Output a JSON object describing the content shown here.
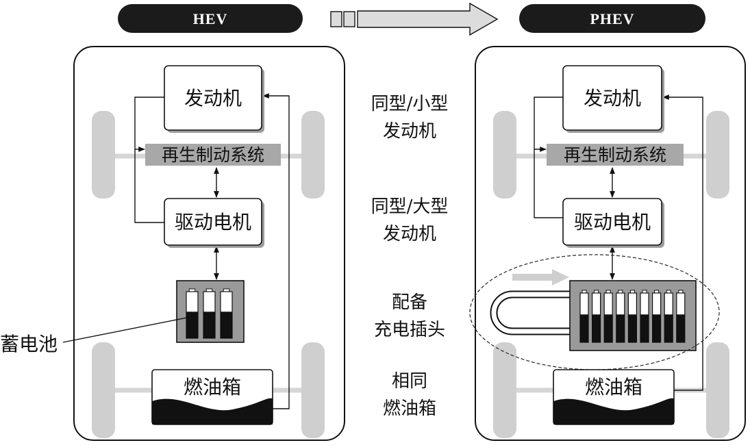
{
  "header": {
    "left_label": "HEV",
    "right_label": "PHEV"
  },
  "hev": {
    "engine": "发动机",
    "regen_system": "再生制动系统",
    "drive_motor": "驱动电机",
    "fuel_tank": "燃油箱",
    "battery_label": "蓄电池",
    "battery_cells": 3
  },
  "phev": {
    "engine": "发动机",
    "regen_system": "再生制动系统",
    "drive_motor": "驱动电机",
    "fuel_tank": "燃油箱",
    "battery_cells": 9
  },
  "comparison": [
    {
      "line1": "同型/小型",
      "line2": "发动机"
    },
    {
      "line1": "同型/大型",
      "line2": "发动机"
    },
    {
      "line1": "配备",
      "line2": "充电插头"
    },
    {
      "line1": "相同",
      "line2": "燃油箱"
    }
  ],
  "colors": {
    "pill": "#1b1b1b",
    "wheel": "#cfcfcf",
    "axle": "#d6d6d6",
    "regen_bar": "#a8a8a8",
    "battery_case": "#9a9a9a",
    "transition_arrow": "#dcdcdc"
  }
}
